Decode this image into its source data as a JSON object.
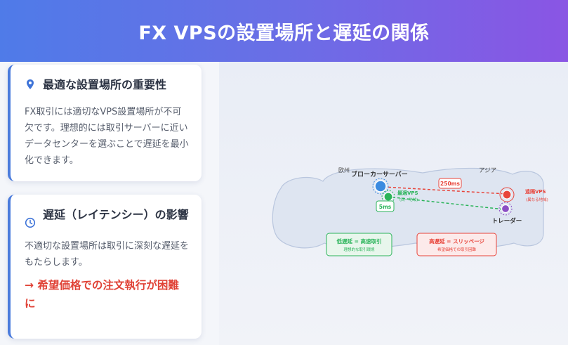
{
  "header": {
    "title": "FX VPSの設置場所と遅延の関係"
  },
  "cards": [
    {
      "title": "最適な設置場所の重要性",
      "icon": "map-pin-icon",
      "body": "FX取引には適切なVPS設置場所が不可欠です。理想的には取引サーバーに近いデータセンターを選ぶことで遅延を最小化できます。"
    },
    {
      "title": "遅延（レイテンシー）の影響",
      "icon": "clock-icon",
      "body": "不適切な設置場所は取引に深刻な遅延をもたらします。",
      "warning": "→ 希望価格での注文執行が困難に"
    }
  ],
  "diagram": {
    "region_europe": "欧州",
    "region_asia": "アジア",
    "broker_label": "ブローカーサーバー",
    "optimal_vps_label": "最適VPS",
    "optimal_vps_sub": "(同一地域)",
    "optimal_latency": "5ms",
    "remote_vps_label": "遠隔VPS",
    "remote_vps_sub": "(異なる地域)",
    "remote_latency": "250ms",
    "trader_label": "トレーダー",
    "legend_low_title": "低遅延 = 高速取引",
    "legend_low_sub": "理想的な取引環境",
    "legend_high_title": "高遅延 = スリッページ",
    "legend_high_sub": "希望価格での取引困難",
    "colors": {
      "broker": "#3b8be0",
      "optimal": "#2bb45a",
      "remote": "#e8443a",
      "trader": "#8b4fc4",
      "map": "#dde4f0"
    }
  }
}
